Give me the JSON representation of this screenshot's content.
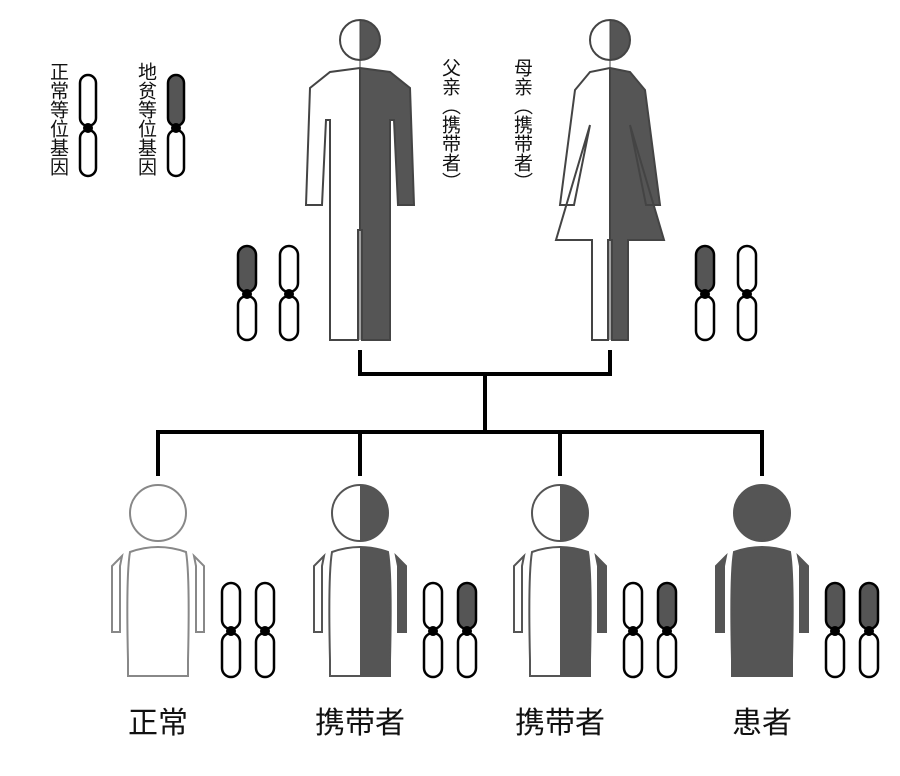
{
  "colors": {
    "affected": "#555555",
    "outline": "#000000",
    "white": "#ffffff"
  },
  "legend": {
    "normal": "正常等位基因",
    "thal": "地贫等位基因"
  },
  "parents": {
    "father": "父亲（携带者）",
    "mother": "母亲（携带者）"
  },
  "children": [
    {
      "label": "正常",
      "status": "normal",
      "affected_alleles": 0
    },
    {
      "label": "携带者",
      "status": "carrier",
      "affected_alleles": 1
    },
    {
      "label": "携带者",
      "status": "carrier",
      "affected_alleles": 1
    },
    {
      "label": "患者",
      "status": "affected",
      "affected_alleles": 2
    }
  ]
}
